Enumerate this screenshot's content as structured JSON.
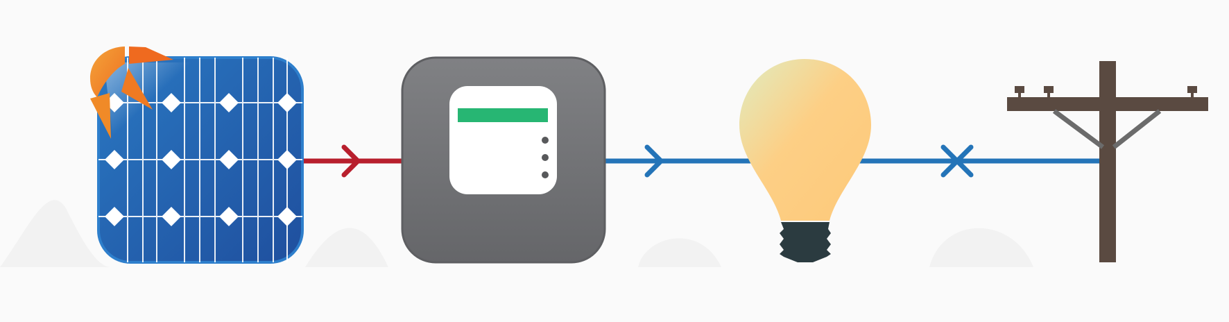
{
  "diagram": {
    "nodes": [
      {
        "id": "solar",
        "icon": "solar-panel-icon"
      },
      {
        "id": "inverter",
        "icon": "inverter-icon"
      },
      {
        "id": "load",
        "icon": "light-bulb-icon"
      },
      {
        "id": "grid",
        "icon": "utility-pole-icon"
      }
    ],
    "connections": [
      {
        "from": "solar",
        "to": "inverter",
        "color": "#b81f2d",
        "marker": "arrow"
      },
      {
        "from": "inverter",
        "to": "load",
        "color": "#2474b8",
        "marker": "arrow"
      },
      {
        "from": "load",
        "to": "grid",
        "color": "#2474b8",
        "marker": "cross"
      }
    ]
  },
  "colors": {
    "solar_panel": "#1f5fa8",
    "sun": "#f28a1e",
    "inverter_body": "#6f7073",
    "display_bar": "#27b673",
    "bulb_glass": "#fdcf85",
    "bulb_base": "#2b3b40",
    "pole": "#5a4a41"
  }
}
